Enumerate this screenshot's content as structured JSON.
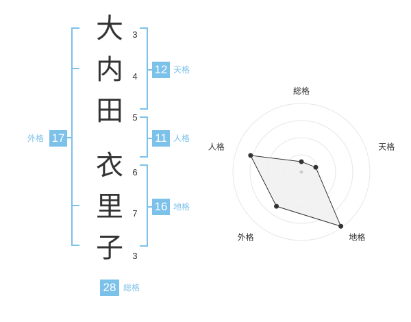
{
  "name": {
    "chars": [
      {
        "char": "大",
        "strokes": "3"
      },
      {
        "char": "内",
        "strokes": "4"
      },
      {
        "char": "田",
        "strokes": "5"
      },
      {
        "char": "衣",
        "strokes": "6"
      },
      {
        "char": "里",
        "strokes": "7"
      },
      {
        "char": "子",
        "strokes": "3"
      }
    ]
  },
  "fortunes": {
    "tenkaku": {
      "value": "12",
      "label": "天格"
    },
    "jinkaku": {
      "value": "11",
      "label": "人格"
    },
    "chikaku": {
      "value": "16",
      "label": "地格"
    },
    "gaikaku": {
      "value": "17",
      "label": "外格"
    },
    "soukaku": {
      "value": "28",
      "label": "総格"
    }
  },
  "chart_data": {
    "type": "radar",
    "axes": [
      "総格",
      "天格",
      "地格",
      "外格",
      "人格"
    ],
    "values": [
      0.15,
      0.22,
      0.98,
      0.62,
      0.78
    ],
    "rings": 4,
    "colors": {
      "ring": "#e6e6e6",
      "fill": "#f0f0f0",
      "line": "#333333",
      "point": "#333333",
      "center": "#cccccc"
    }
  },
  "colors": {
    "accent": "#7cc1ea",
    "text": "#333333"
  }
}
